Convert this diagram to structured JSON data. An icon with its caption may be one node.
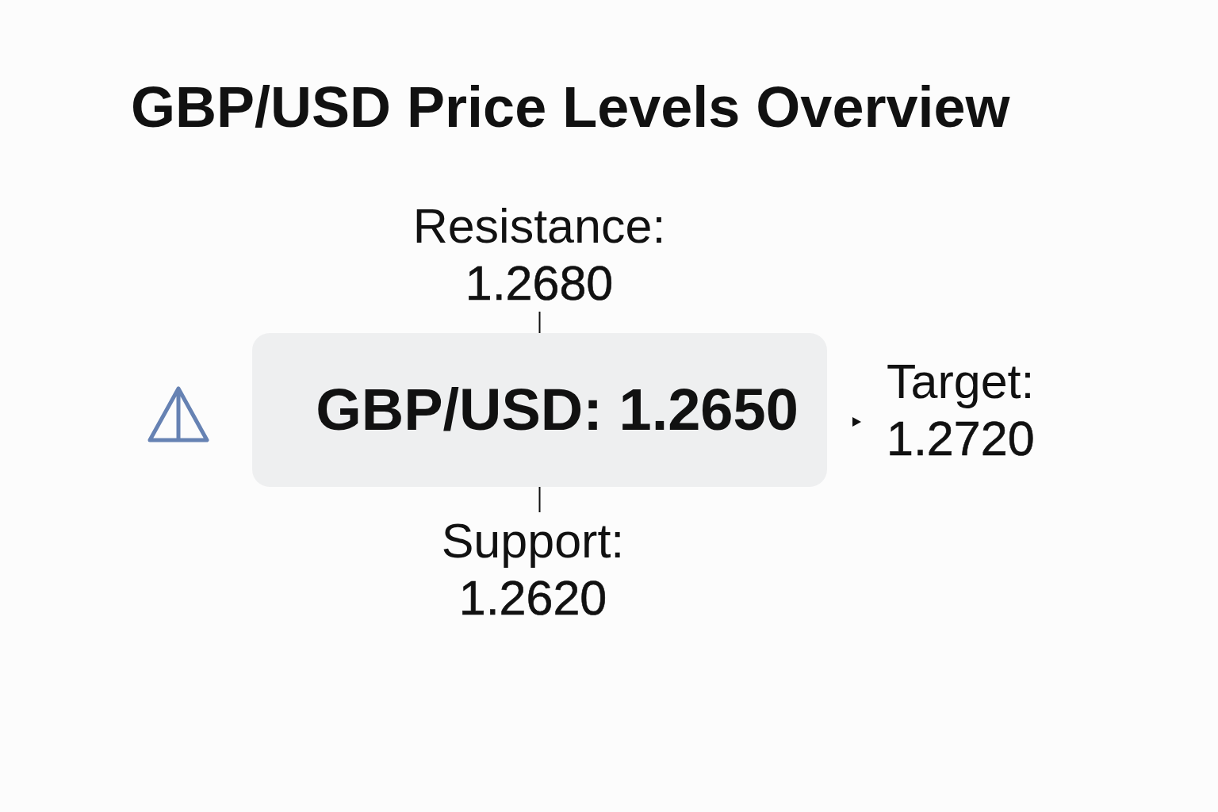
{
  "diagram": {
    "title": "GBP/USD Price Levels Overview",
    "nodes": [
      {
        "text": [
          "Resistance:",
          "1.2680"
        ]
      },
      {
        "text": [
          "GBP/USD: 1.2650"
        ]
      },
      {
        "text": [
          "Target:",
          "1.2720"
        ]
      },
      {
        "text": [
          "Support:",
          "1.2620"
        ]
      }
    ],
    "edges": [
      {
        "from": 1,
        "to": 0,
        "arrow": "none"
      },
      {
        "from": 1,
        "to": 2,
        "arrow": "to"
      },
      {
        "from": 1,
        "to": 3,
        "arrow": "none"
      }
    ]
  }
}
